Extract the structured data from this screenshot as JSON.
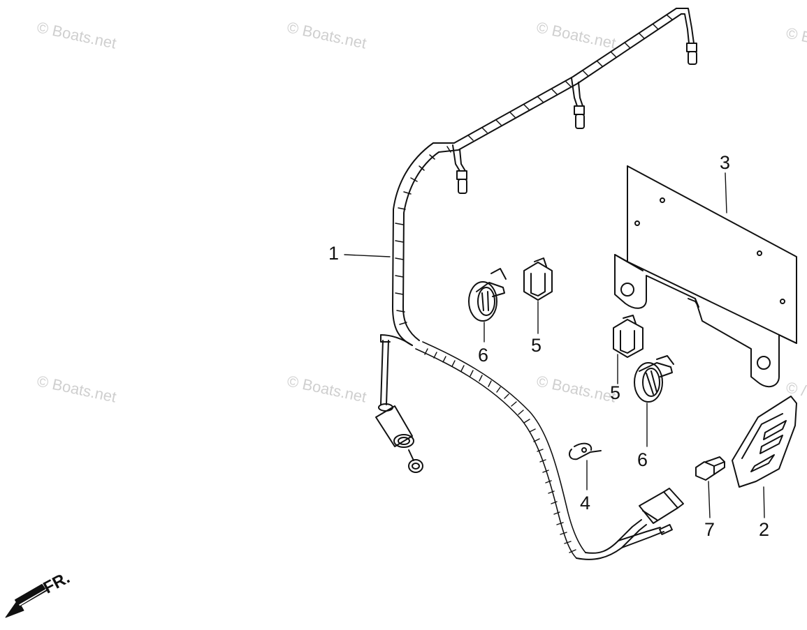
{
  "watermark": "© Boats.net",
  "watermark_partial": "© B",
  "watermark_edge": "© /",
  "callouts": {
    "c1": "1",
    "c2": "2",
    "c3": "3",
    "c4": "4",
    "c5a": "5",
    "c5b": "5",
    "c6a": "6",
    "c6b": "6",
    "c7": "7"
  },
  "direction": {
    "label": "FR."
  }
}
